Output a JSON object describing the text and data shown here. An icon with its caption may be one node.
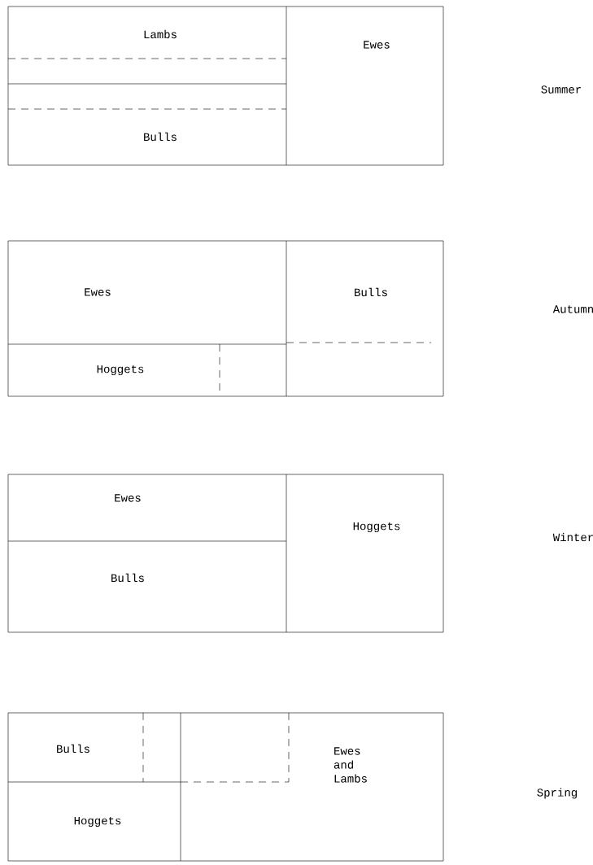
{
  "diagram": {
    "nodes": [
      {
        "text": [],
        "shape": "box"
      },
      {
        "text": [
          "Lambs"
        ],
        "in": 0
      },
      {
        "text": [
          "Ewes"
        ],
        "in": 0
      },
      {
        "text": [
          "Bulls"
        ],
        "in": 0
      },
      {
        "text": [],
        "shape": "box"
      },
      {
        "text": [
          "Ewes"
        ],
        "in": 4
      },
      {
        "text": [
          "Bulls"
        ],
        "in": 4
      },
      {
        "text": [
          "Hoggets"
        ],
        "in": 4
      },
      {
        "text": [],
        "shape": "box"
      },
      {
        "text": [
          "Ewes"
        ],
        "in": 8
      },
      {
        "text": [
          "Hoggets"
        ],
        "in": 8
      },
      {
        "text": [
          "Bulls"
        ],
        "in": 8
      },
      {
        "text": [],
        "shape": "box"
      },
      {
        "text": [
          "Bulls"
        ],
        "in": 12
      },
      {
        "text": [
          "Hoggets"
        ],
        "in": 12
      },
      {
        "text": [
          "Ewes and Lambs"
        ],
        "in": 12
      }
    ],
    "edges": [],
    "labels": [
      "Summer",
      "Autumn",
      "Winter",
      "Spring"
    ]
  }
}
